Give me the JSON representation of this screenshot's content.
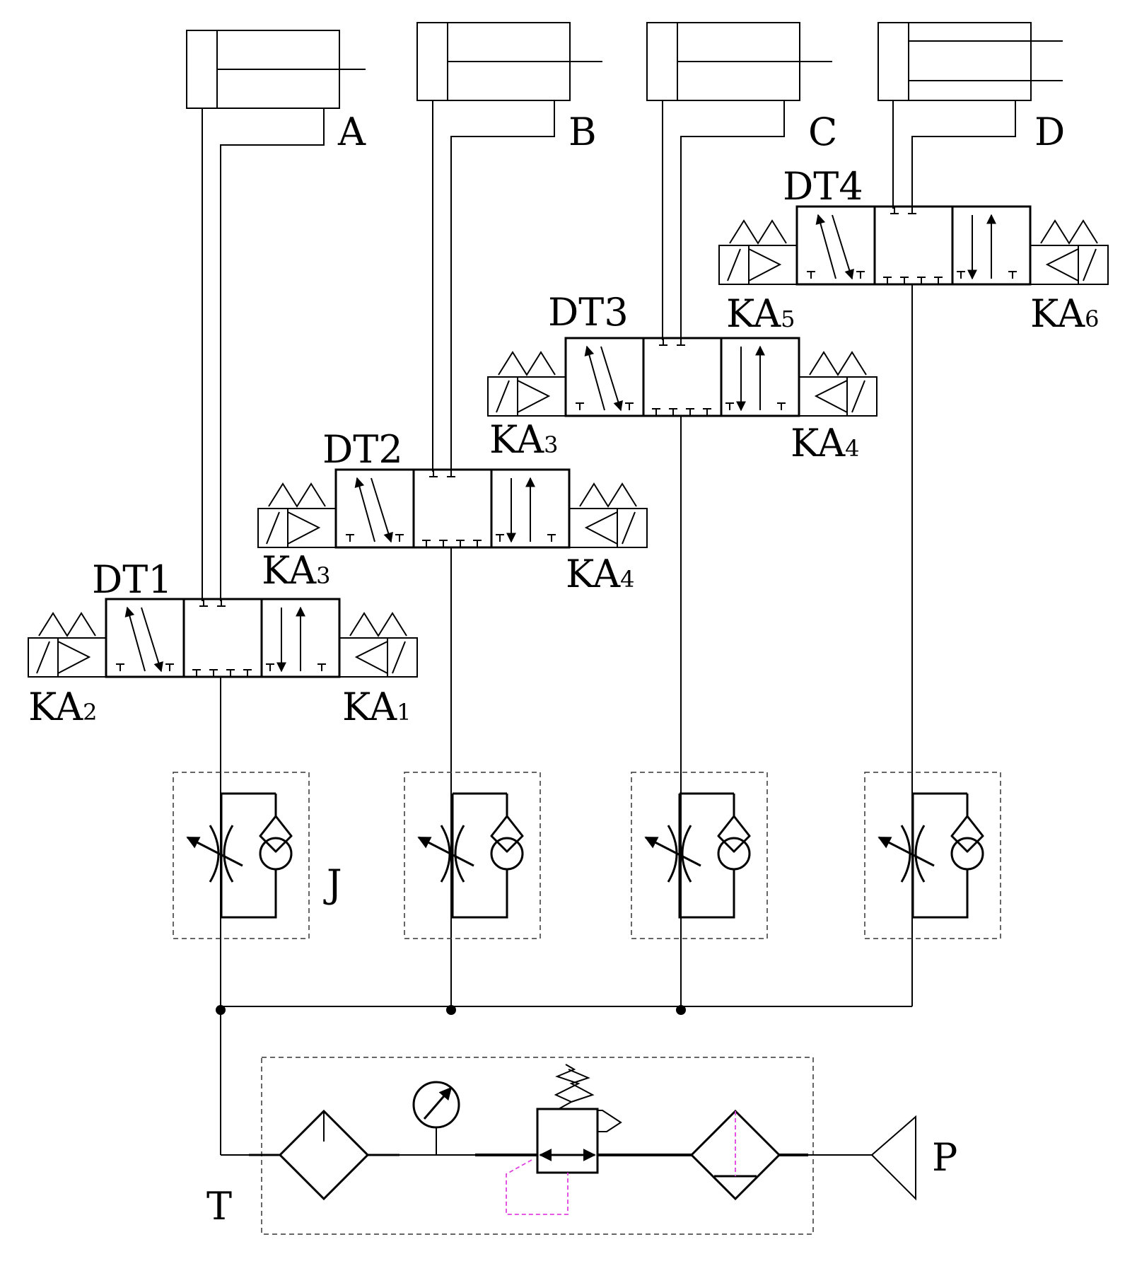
{
  "diagram": {
    "cylinders": [
      {
        "label": "A"
      },
      {
        "label": "B"
      },
      {
        "label": "C"
      },
      {
        "label": "D"
      }
    ],
    "valves": [
      {
        "label": "DT1",
        "left_coil": {
          "base": "KA",
          "sub": "2"
        },
        "right_coil": {
          "base": "KA",
          "sub": "1"
        }
      },
      {
        "label": "DT2",
        "left_coil": {
          "base": "KA",
          "sub": "3"
        },
        "right_coil": {
          "base": "KA",
          "sub": "4"
        }
      },
      {
        "label": "DT3",
        "left_coil": {
          "base": "KA",
          "sub": "3"
        },
        "right_coil": {
          "base": "KA",
          "sub": "4"
        }
      },
      {
        "label": "DT4",
        "left_coil": {
          "base": "KA",
          "sub": "5"
        },
        "right_coil": {
          "base": "KA",
          "sub": "6"
        }
      }
    ],
    "throttle_label": "J",
    "tank_label": "T",
    "pressure_label": "P",
    "accent_color": "#e040e0"
  }
}
